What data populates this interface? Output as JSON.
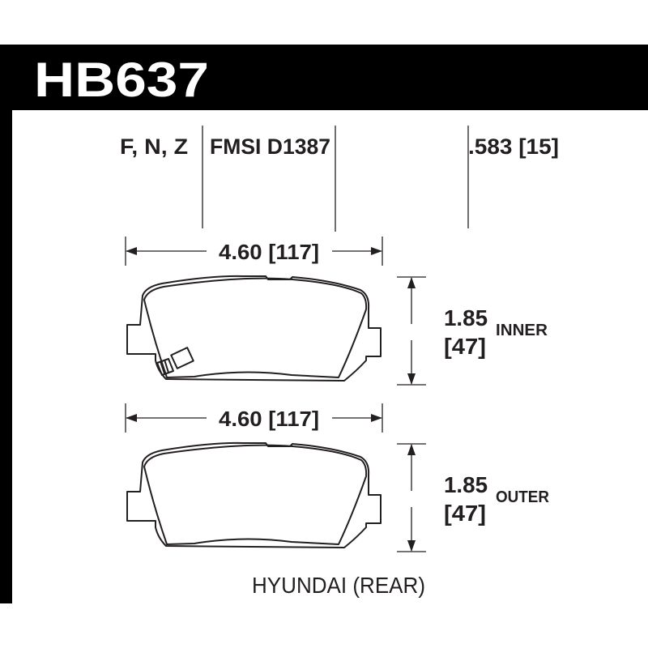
{
  "header": {
    "part_number": "HB637"
  },
  "specs": {
    "compounds": "F, N, Z",
    "fmsi": "FMSI D1387",
    "thickness": ".583 [15]"
  },
  "inner_pad": {
    "width": "4.60 [117]",
    "height_in": "1.85",
    "height_mm": "[47]",
    "label": "INNER"
  },
  "outer_pad": {
    "width": "4.60 [117]",
    "height_in": "1.85",
    "height_mm": "[47]",
    "label": "OUTER"
  },
  "application": "HYUNDAI (REAR)",
  "colors": {
    "ink": "#231f20",
    "background": "#ffffff"
  }
}
